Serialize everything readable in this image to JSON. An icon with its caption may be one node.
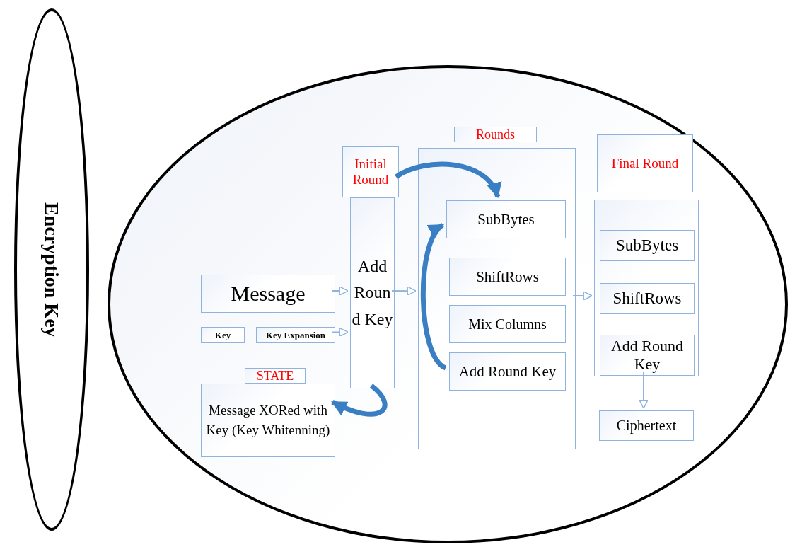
{
  "diagram": {
    "nodes": [
      {
        "text": [
          "Encryption Key"
        ]
      },
      {
        "text": [],
        "shape": "ellipse"
      },
      {
        "text": [
          "Message"
        ],
        "in": 1
      },
      {
        "text": [
          "Key"
        ],
        "in": 1
      },
      {
        "text": [
          "Key Expansion"
        ],
        "in": 1
      },
      {
        "text": [
          "STATE"
        ],
        "in": 1
      },
      {
        "text": [
          "Message XORed with Key (Key Whitenning)"
        ],
        "in": 1
      },
      {
        "text": [
          "Initial Round"
        ],
        "in": 1
      },
      {
        "text": [
          "Add Round Key"
        ],
        "in": 1
      },
      {
        "text": [
          "Rounds"
        ],
        "in": 1
      },
      {
        "text": [],
        "shape": "box",
        "in": 1
      },
      {
        "text": [
          "SubBytes"
        ],
        "in": 10
      },
      {
        "text": [
          "ShiftRows"
        ],
        "in": 10
      },
      {
        "text": [
          "Mix Columns"
        ],
        "in": 10
      },
      {
        "text": [
          "Add Round Key"
        ],
        "in": 10
      },
      {
        "text": [
          "Final Round"
        ],
        "in": 1
      },
      {
        "text": [],
        "shape": "box",
        "in": 1
      },
      {
        "text": [
          "SubBytes"
        ],
        "in": 16
      },
      {
        "text": [
          "ShiftRows"
        ],
        "in": 16
      },
      {
        "text": [
          "Add Round Key"
        ],
        "in": 16
      },
      {
        "text": [
          "Ciphertext"
        ],
        "in": 1
      }
    ],
    "edges": [
      {
        "from": 2,
        "to": 8,
        "arrow": "to"
      },
      {
        "from": 4,
        "to": 8,
        "arrow": "to"
      },
      {
        "from": 8,
        "to": 10,
        "arrow": "to"
      },
      {
        "from": 8,
        "to": 6,
        "arrow": "to",
        "style": "thick",
        "color": "#3a7fc4"
      },
      {
        "from": 7,
        "to": 11,
        "arrow": "to",
        "style": "thick",
        "color": "#3a7fc4"
      },
      {
        "from": 14,
        "to": 11,
        "arrow": "to",
        "style": "thick",
        "color": "#3a7fc4"
      },
      {
        "from": 10,
        "to": 16,
        "arrow": "to"
      },
      {
        "from": 19,
        "to": 20,
        "arrow": "to"
      }
    ]
  }
}
